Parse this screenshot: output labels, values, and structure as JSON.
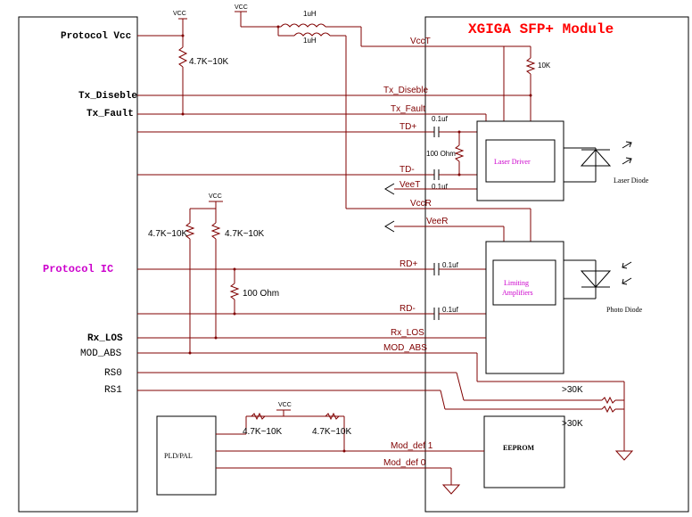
{
  "title": "XGIGA SFP+ Module",
  "protocol_ic": {
    "label": "Protocol IC",
    "pins": {
      "protocol_vcc": "Protocol Vcc",
      "tx_disable": "Tx_Diseble",
      "tx_fault": "Tx_Fault",
      "rx_los": "Rx_LOS",
      "mod_abs": "MOD_ABS",
      "rs0": "RS0",
      "rs1": "RS1"
    }
  },
  "vcc": "VCC",
  "signals": {
    "vcct": "VccT",
    "tx_disable": "Tx_Diseble",
    "tx_fault": "Tx_Fault",
    "td_plus": "TD+",
    "td_minus": "TD-",
    "veet": "VeeT",
    "vccr": "VccR",
    "veer": "VeeR",
    "rd_plus": "RD+",
    "rd_minus": "RD-",
    "rx_los": "Rx_LOS",
    "mod_abs": "MOD_ABS",
    "mod_def1": "Mod_def 1",
    "mod_def0": "Mod_def 0"
  },
  "components": {
    "inductor_top": "1uH",
    "inductor_bottom": "1uH",
    "pullup_top": "4.7K~10K",
    "pullup_10k": "10K",
    "cap_td_plus": "0.1uf",
    "cap_td_minus": "0.1uf",
    "res_100ohm_tx": "100 Ohm",
    "pullup_rx_left": "4.7K~10K",
    "pullup_rx_right": "4.7K~10K",
    "res_100ohm_rx": "100 Ohm",
    "cap_rd_plus": "0.1uf",
    "cap_rd_minus": "0.1uf",
    "rs_30k_1": ">30K",
    "rs_30k_2": ">30K",
    "pullup_pld_left": "4.7K~10K",
    "pullup_pld_right": "4.7K~10K"
  },
  "blocks": {
    "laser_driver": "Laser Driver",
    "laser_diode": "Laser Diode",
    "limiting_amplifier_line1": "Limiting",
    "limiting_amplifier_line2": "Amplifiers",
    "photo_diode": "Photo Diode",
    "eeprom": "EEPROM",
    "pld_pal": "PLD/PAL"
  }
}
